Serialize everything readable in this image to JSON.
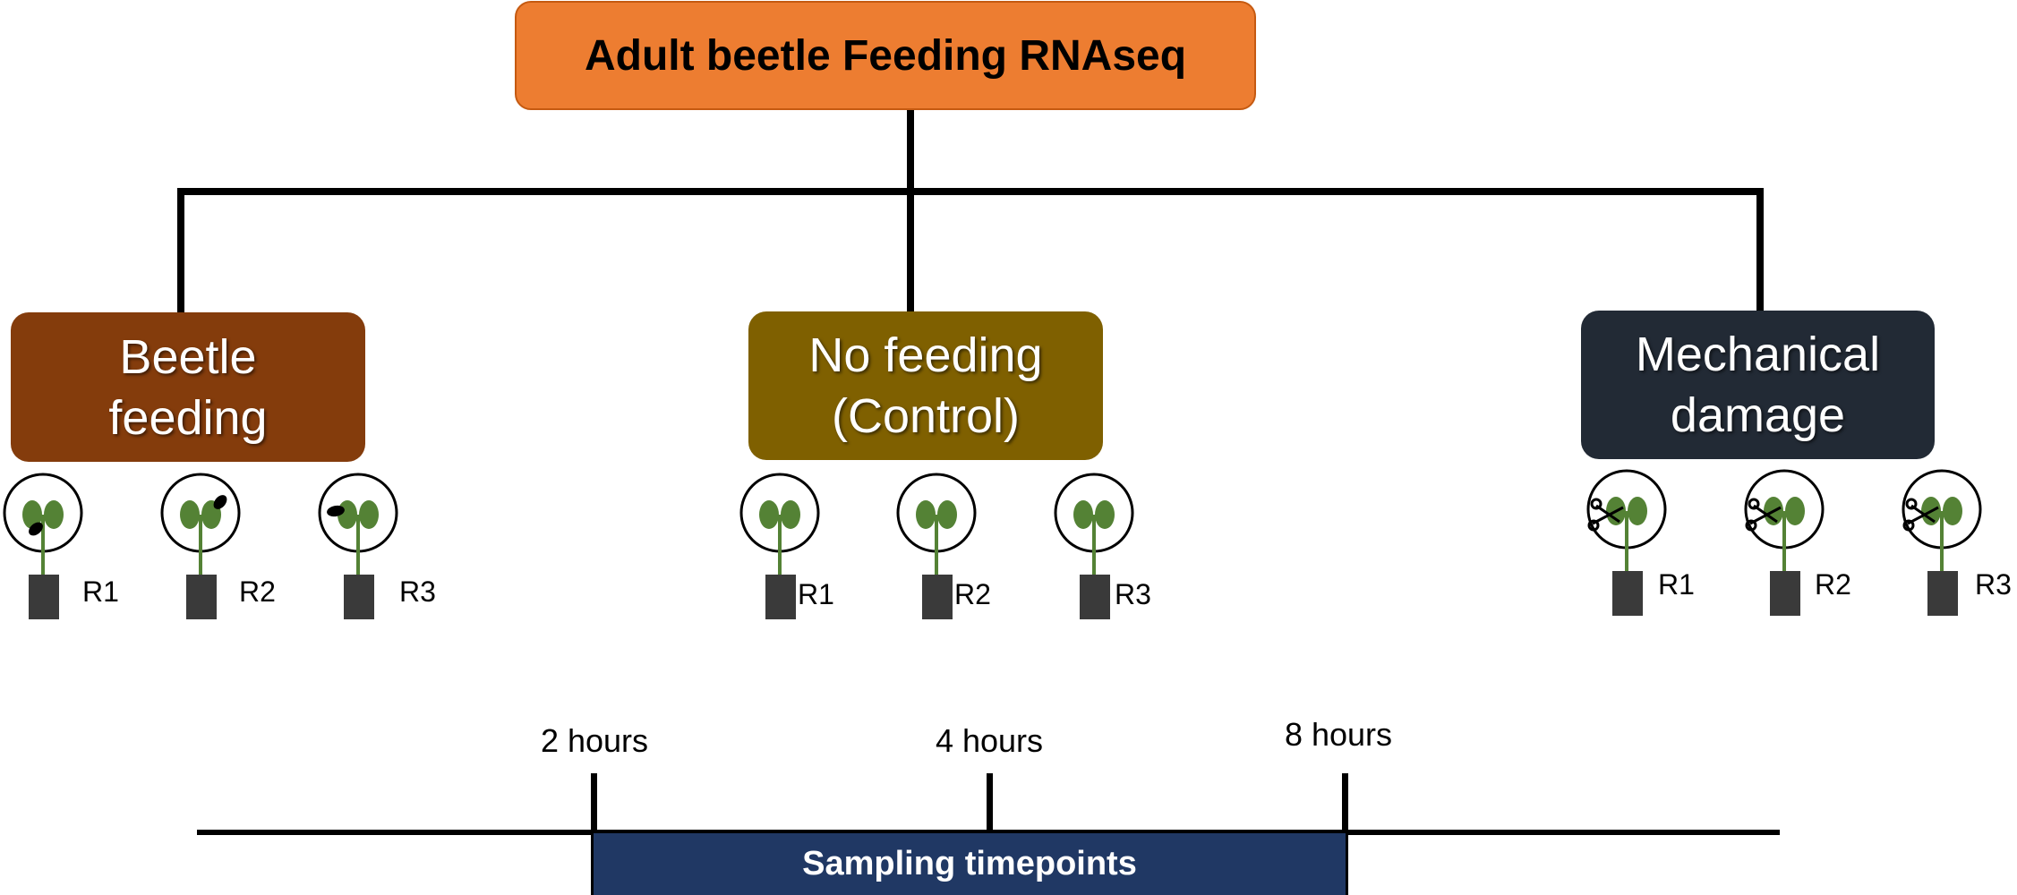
{
  "title": "Adult beetle Feeding RNAseq",
  "treatments": [
    {
      "name": "Beetle feeding",
      "line1": "Beetle",
      "line2": "feeding",
      "color": "#843C0C",
      "marker": "beetle",
      "replicates": [
        "R1",
        "R2",
        "R3"
      ]
    },
    {
      "name": "No feeding (Control)",
      "line1": "No feeding",
      "line2": "(Control)",
      "color": "#7F6000",
      "marker": "none",
      "replicates": [
        "R1",
        "R2",
        "R3"
      ]
    },
    {
      "name": "Mechanical damage",
      "line1": "Mechanical",
      "line2": "damage",
      "color": "#222A35",
      "marker": "scissors",
      "replicates": [
        "R1",
        "R2",
        "R3"
      ]
    }
  ],
  "timepoints": [
    "2 hours",
    "4 hours",
    "8 hours"
  ],
  "timeline_label": "Sampling timepoints",
  "colors": {
    "title_fill": "#ED7D31",
    "leaf": "#548235",
    "pot": "#3A3A3A",
    "timeline_fill": "#203864"
  }
}
